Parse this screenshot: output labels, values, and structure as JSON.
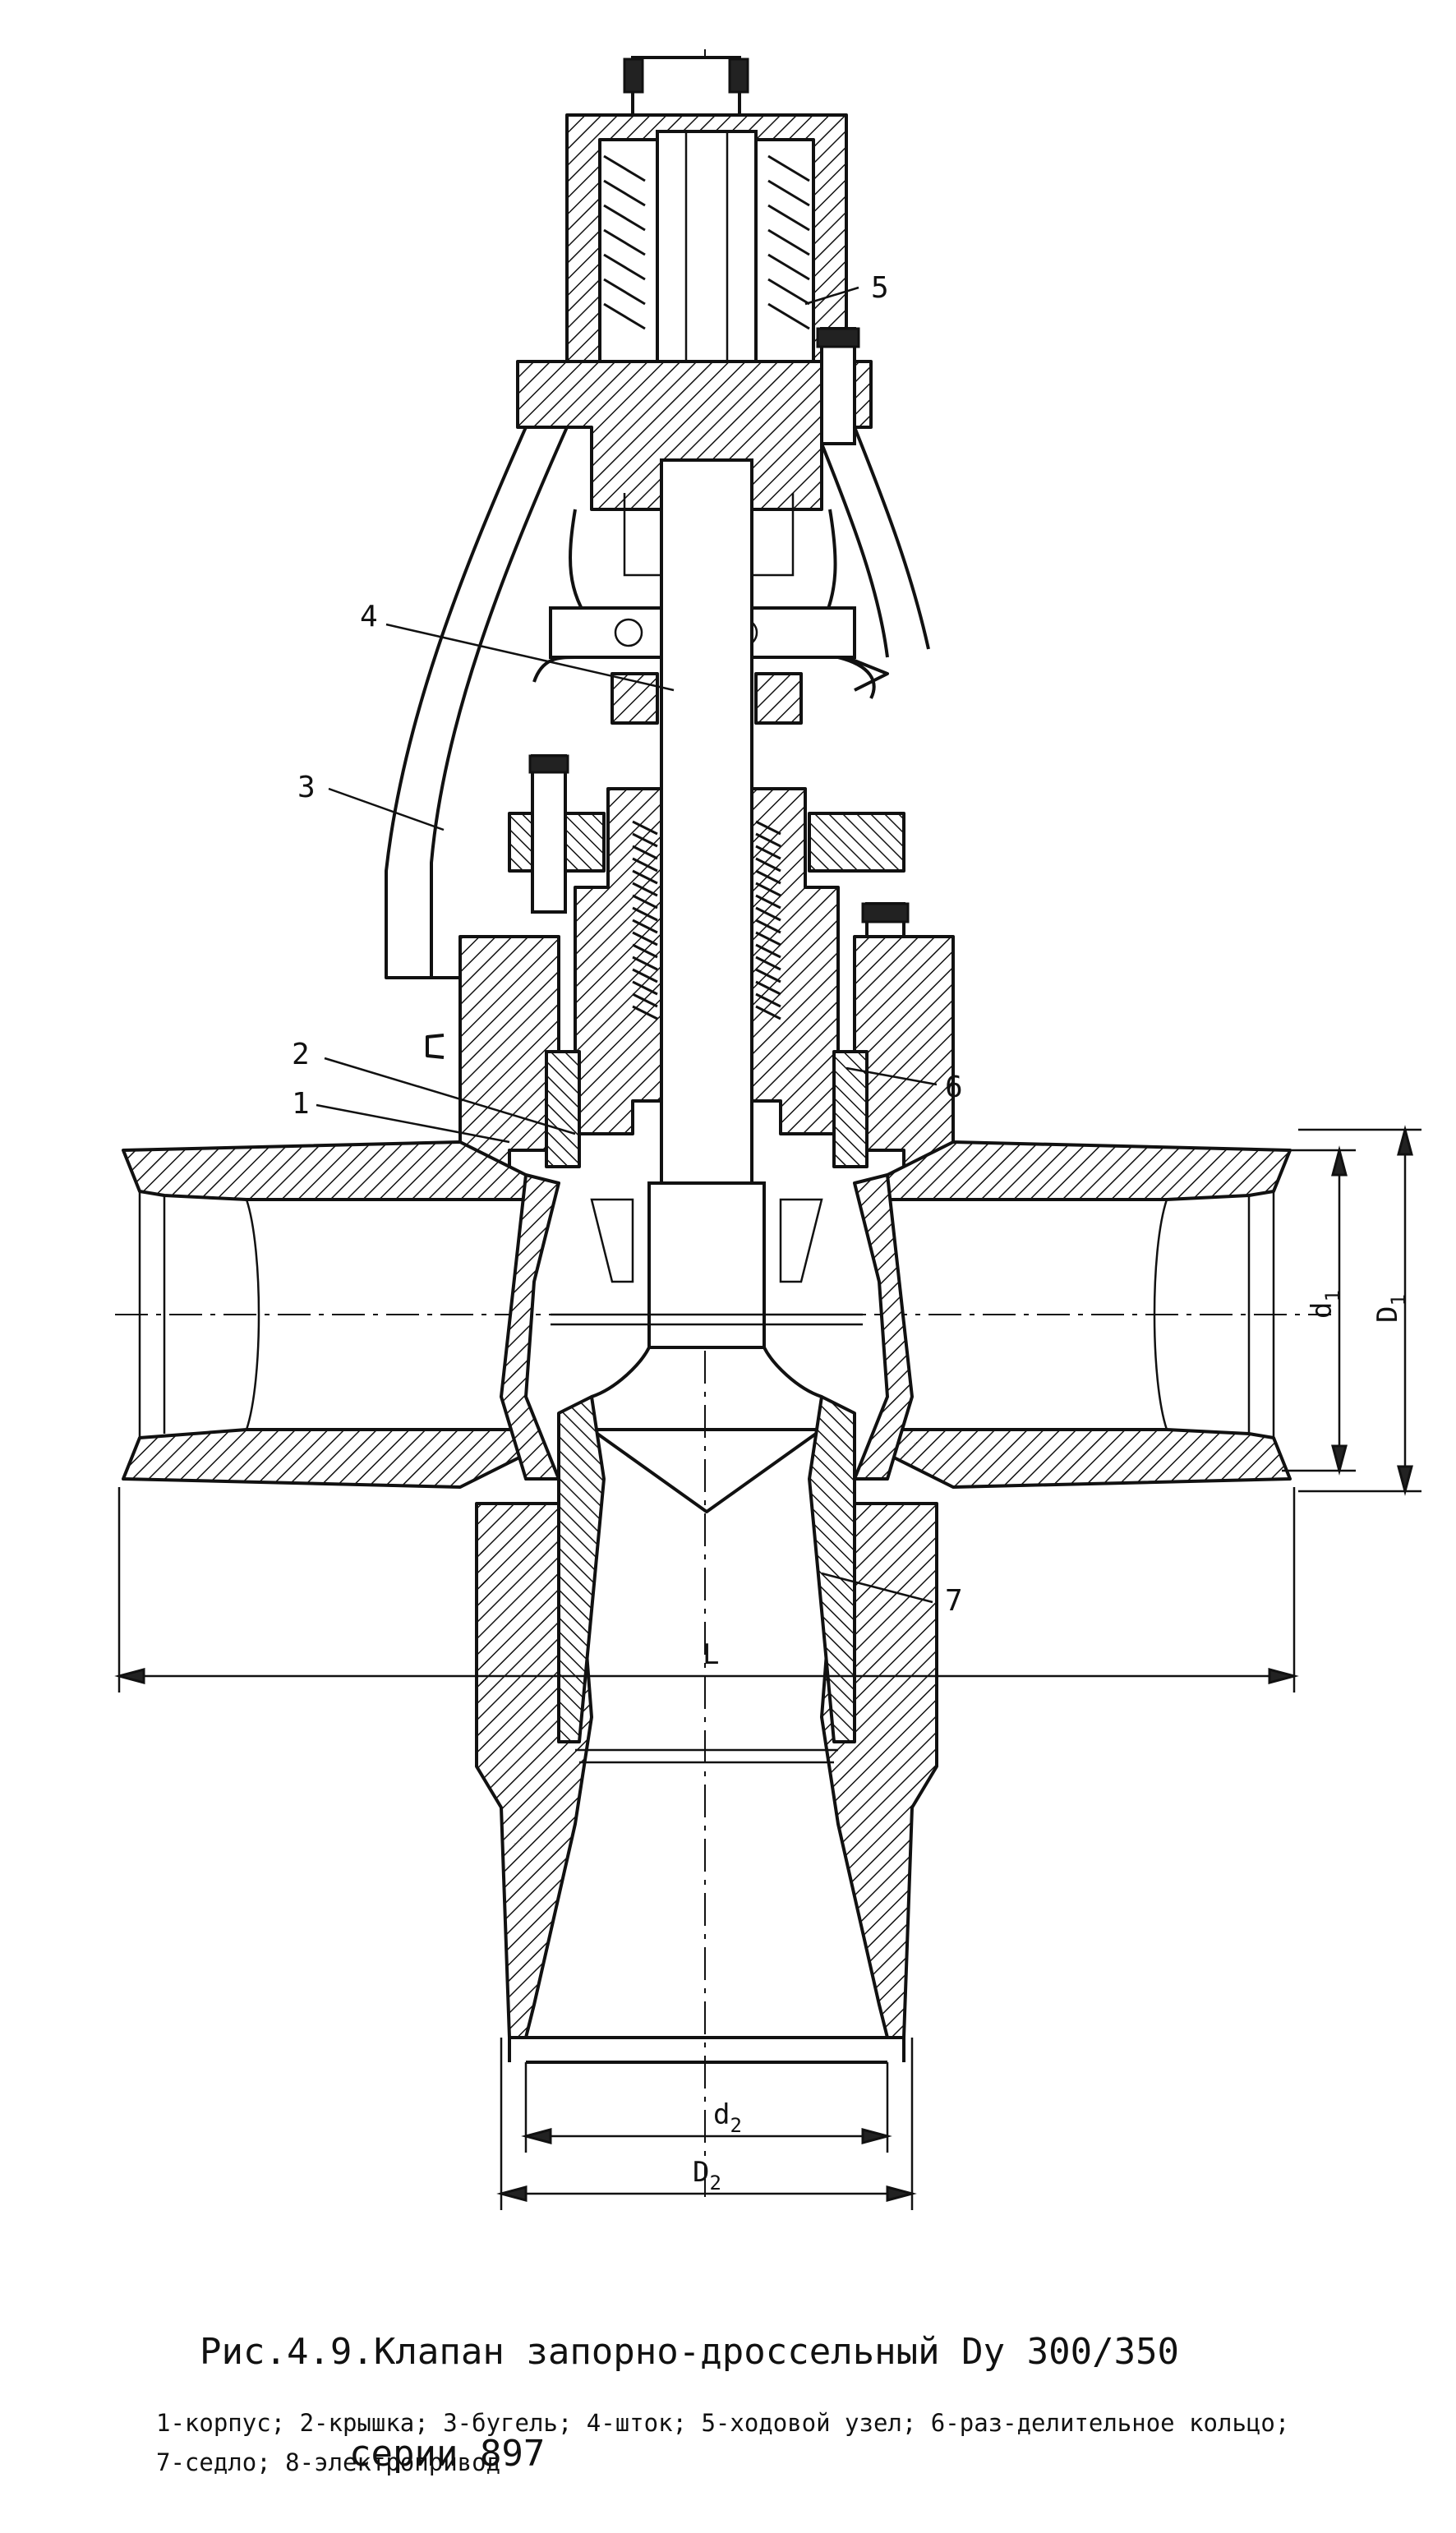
{
  "figure": {
    "title_line1": "Рис.4.9.Клапан запорно-дроссельный Dy 300/350",
    "title_line2": "серии 897",
    "legend": "1-корпус; 2-крышка; 3-бугель; 4-шток; 5-ходовой узел; 6-раз-делительное кольцо; 7-седло; 8-электропривод"
  },
  "callouts": [
    "1",
    "2",
    "3",
    "4",
    "5",
    "6",
    "7"
  ],
  "dimensions": {
    "L": "L",
    "d1_base": "d",
    "d1_sub": "1",
    "D1_base": "D",
    "D1_sub": "1",
    "d2_base": "d",
    "d2_sub": "2",
    "D2_base": "D",
    "D2_sub": "2"
  }
}
